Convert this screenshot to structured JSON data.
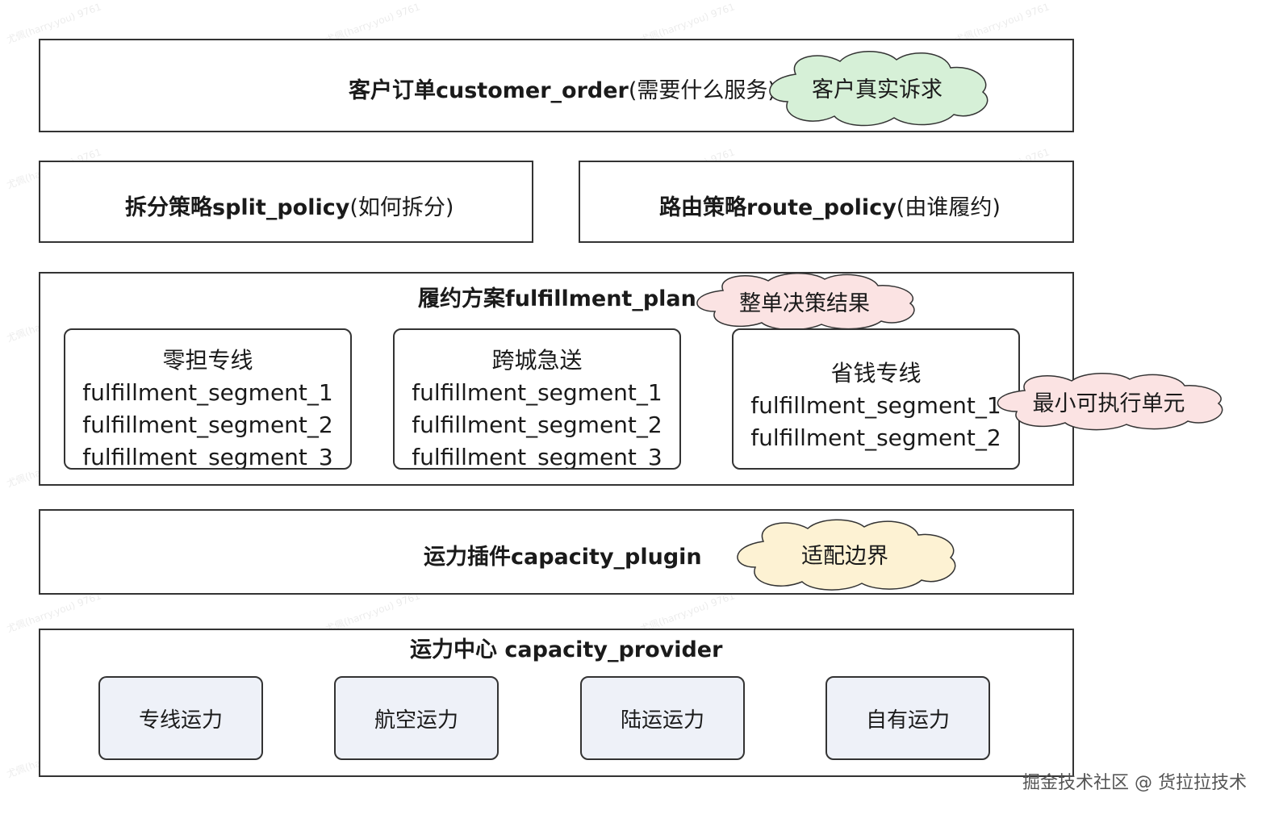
{
  "layers": {
    "customer_order": {
      "title_bold": "客户订单customer_order",
      "title_normal": "(需要什么服务)",
      "cloud": "客户真实诉求"
    },
    "split_policy": {
      "title_bold": "拆分策略split_policy",
      "title_normal": "(如何拆分)"
    },
    "route_policy": {
      "title_bold": "路由策略route_policy",
      "title_normal": "(由谁履约)"
    },
    "fulfillment_plan": {
      "title": "履约方案fulfillment_plan",
      "cloud": "整单决策结果",
      "segment_cloud": "最小可执行单元",
      "lines": [
        {
          "name": "零担专线",
          "segments": [
            "fulfillment_segment_1",
            "fulfillment_segment_2",
            "fulfillment_segment_3"
          ]
        },
        {
          "name": "跨城急送",
          "segments": [
            "fulfillment_segment_1",
            "fulfillment_segment_2",
            "fulfillment_segment_3"
          ]
        },
        {
          "name": "省钱专线",
          "segments": [
            "fulfillment_segment_1",
            "fulfillment_segment_2"
          ]
        }
      ]
    },
    "capacity_plugin": {
      "title": "运力插件capacity_plugin",
      "cloud": "适配边界"
    },
    "capacity_provider": {
      "title": "运力中心 capacity_provider",
      "items": [
        "专线运力",
        "航空运力",
        "陆运运力",
        "自有运力"
      ]
    }
  },
  "colors": {
    "cloud_green": "#d6f0d7",
    "cloud_pink": "#fbe3e3",
    "cloud_yellow": "#fdf2d3",
    "capacity_fill": "#eef1f8",
    "border": "#333333"
  },
  "footer": "掘金技术社区 @ 货拉拉技术"
}
